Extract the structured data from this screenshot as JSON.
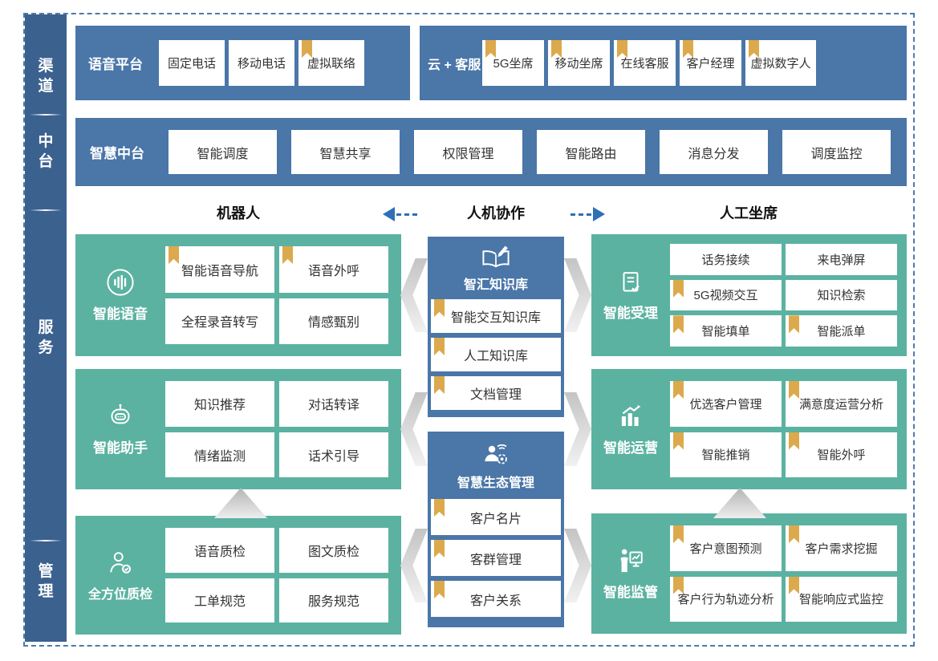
{
  "colors": {
    "sidebar_blue": "#3b618f",
    "panel_blue": "#4a76a8",
    "panel_teal": "#5bb2a1",
    "bookmark_gold": "#dca94c",
    "arrow_blue": "#2e6fb7",
    "frame_dash_blue": "#4d7aab",
    "box_text": "#333333"
  },
  "sidebar": {
    "items": [
      "渠道",
      "中台",
      "服务",
      "管理"
    ]
  },
  "channel_row": {
    "voice_platform": {
      "title": "语音平台",
      "items": [
        {
          "label": "固定电话",
          "bookmarked": false
        },
        {
          "label": "移动电话",
          "bookmarked": false
        },
        {
          "label": "虚拟联络",
          "bookmarked": true
        }
      ]
    },
    "cloud_service": {
      "title": "云 + 客服",
      "items": [
        {
          "label": "5G坐席",
          "bookmarked": true
        },
        {
          "label": "移动坐席",
          "bookmarked": true
        },
        {
          "label": "在线客服",
          "bookmarked": true
        },
        {
          "label": "客户经理",
          "bookmarked": true
        },
        {
          "label": "虚拟数字人",
          "bookmarked": true
        }
      ]
    }
  },
  "platform_row": {
    "title": "智慧中台",
    "items": [
      {
        "label": "智能调度"
      },
      {
        "label": "智慧共享"
      },
      {
        "label": "权限管理"
      },
      {
        "label": "智能路由"
      },
      {
        "label": "消息分发"
      },
      {
        "label": "调度监控"
      }
    ]
  },
  "collaboration": {
    "left": "机器人",
    "center": "人机协作",
    "right": "人工坐席"
  },
  "robot_column": {
    "blocks": [
      {
        "title": "智能语音",
        "icon": "voice-wave-icon",
        "items": [
          {
            "label": "智能语音导航",
            "bookmarked": true
          },
          {
            "label": "语音外呼",
            "bookmarked": true
          },
          {
            "label": "全程录音转写",
            "bookmarked": false
          },
          {
            "label": "情感甄别",
            "bookmarked": false
          }
        ]
      },
      {
        "title": "智能助手",
        "icon": "robot-icon",
        "items": [
          {
            "label": "知识推荐",
            "bookmarked": false
          },
          {
            "label": "对话转译",
            "bookmarked": false
          },
          {
            "label": "情绪监测",
            "bookmarked": false
          },
          {
            "label": "话术引导",
            "bookmarked": false
          }
        ]
      },
      {
        "title": "全方位质检",
        "icon": "quality-inspector-icon",
        "items": [
          {
            "label": "语音质检",
            "bookmarked": false
          },
          {
            "label": "图文质检",
            "bookmarked": false
          },
          {
            "label": "工单规范",
            "bookmarked": false
          },
          {
            "label": "服务规范",
            "bookmarked": false
          }
        ]
      }
    ]
  },
  "center_column": {
    "blocks": [
      {
        "title": "智汇知识库",
        "icon": "knowledge-book-icon",
        "items": [
          {
            "label": "智能交互知识库",
            "bookmarked": true
          },
          {
            "label": "人工知识库",
            "bookmarked": true
          },
          {
            "label": "文档管理",
            "bookmarked": true
          }
        ]
      },
      {
        "title": "智慧生态管理",
        "icon": "ecosystem-person-icon",
        "items": [
          {
            "label": "客户名片",
            "bookmarked": true
          },
          {
            "label": "客群管理",
            "bookmarked": true
          },
          {
            "label": "客户关系",
            "bookmarked": true
          }
        ]
      }
    ]
  },
  "agent_column": {
    "blocks": [
      {
        "title": "智能受理",
        "icon": "document-check-icon",
        "items": [
          {
            "label": "话务接续",
            "bookmarked": false
          },
          {
            "label": "来电弹屏",
            "bookmarked": false
          },
          {
            "label": "5G视频交互",
            "bookmarked": true
          },
          {
            "label": "知识检索",
            "bookmarked": false
          },
          {
            "label": "智能填单",
            "bookmarked": true
          },
          {
            "label": "智能派单",
            "bookmarked": true
          }
        ]
      },
      {
        "title": "智能运营",
        "icon": "growth-chart-icon",
        "items": [
          {
            "label": "优选客户管理",
            "bookmarked": true
          },
          {
            "label": "满意度运营分析",
            "bookmarked": true
          },
          {
            "label": "智能推销",
            "bookmarked": true
          },
          {
            "label": "智能外呼",
            "bookmarked": true
          }
        ]
      },
      {
        "title": "智能监管",
        "icon": "supervision-board-icon",
        "items": [
          {
            "label": "客户意图预测",
            "bookmarked": true
          },
          {
            "label": "客户需求挖掘",
            "bookmarked": true
          },
          {
            "label": "客户行为轨迹分析",
            "bookmarked": true
          },
          {
            "label": "智能响应式监控",
            "bookmarked": true
          }
        ]
      }
    ]
  }
}
